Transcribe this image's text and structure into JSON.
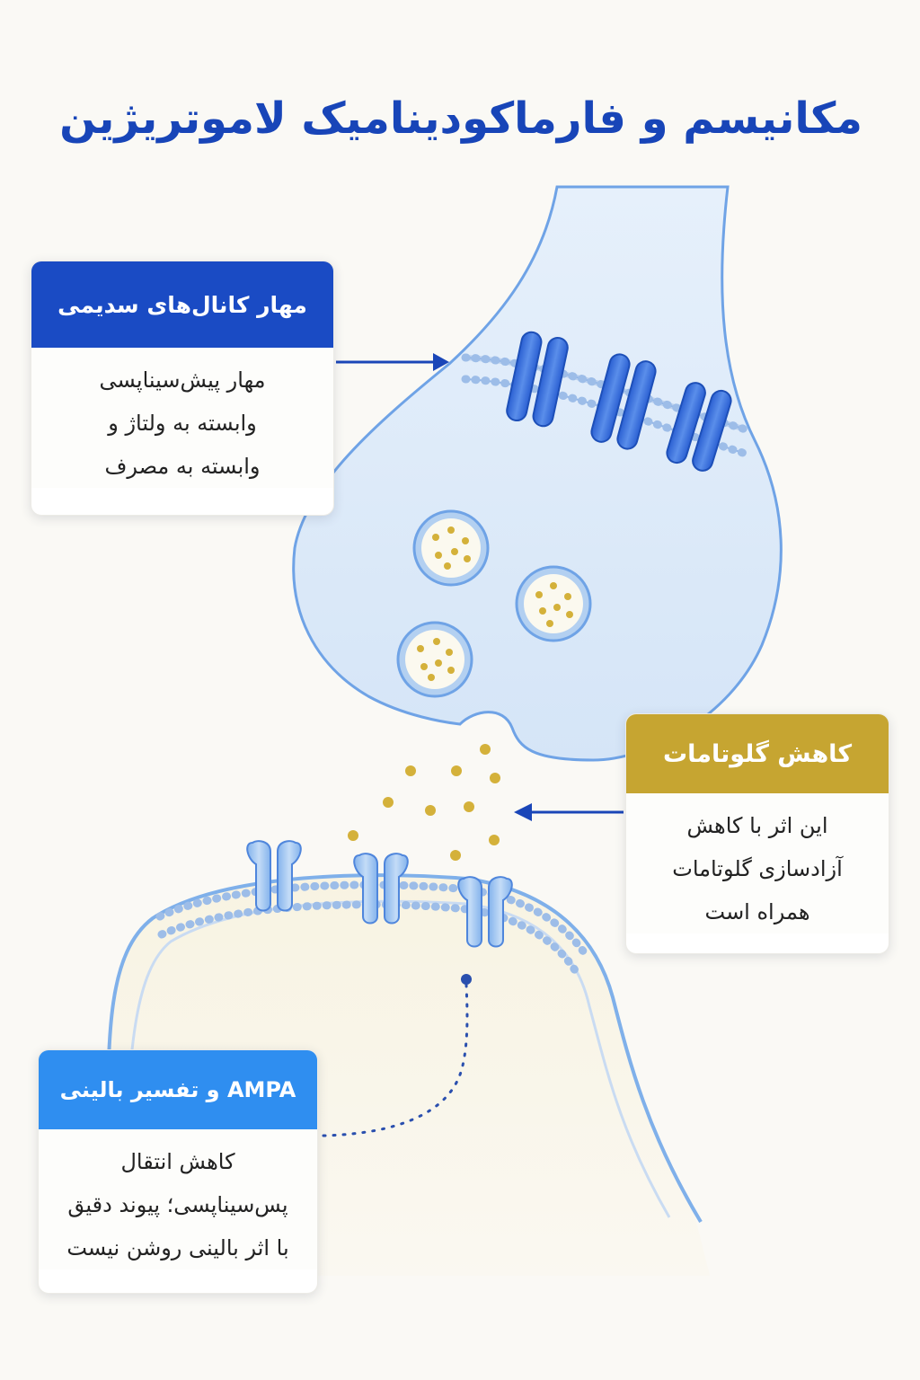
{
  "title": "مکانیسم و فارماکودینامیک لاموتریژین",
  "cards": {
    "sodium": {
      "heading": "مهار کانال‌های سدیمی",
      "lines": [
        "مهار پیش‌سیناپسی",
        "وابسته به ولتاژ و",
        "وابسته به مصرف"
      ]
    },
    "glutamate": {
      "heading": "کاهش گلوتامات",
      "lines": [
        "این اثر با کاهش",
        "آزادسازی گلوتامات",
        "همراه است"
      ]
    },
    "ampa": {
      "heading": "AMPA و تفسیر بالینی",
      "lines": [
        "کاهش انتقال",
        "پس‌سیناپسی؛ پیوند دقیق",
        "با اثر بالینی روشن نیست"
      ]
    }
  },
  "colors": {
    "title": "#1845b8",
    "sodium_header": "#1a4bc4",
    "glutamate_header": "#c6a531",
    "ampa_header": "#2f8ef0",
    "neuron_fill": "#dce9f8",
    "neuron_outline": "#6fa3e6",
    "channel_dark": "#2e63d6",
    "receptor_light": "#9cc4f0",
    "glutamate_dot": "#d4b13a"
  },
  "icons": {
    "connector_arrow": "arrow-right-icon",
    "connector_dotted": "dotted-connector-icon"
  }
}
